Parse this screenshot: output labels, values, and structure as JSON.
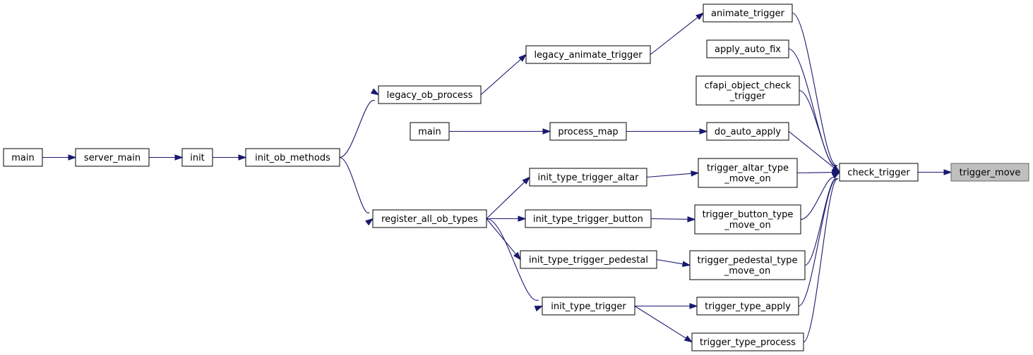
{
  "graph": {
    "nodes": [
      {
        "id": "trigger_move",
        "lines": [
          "trigger_move"
        ],
        "root": true
      },
      {
        "id": "check_trigger",
        "lines": [
          "check_trigger"
        ]
      },
      {
        "id": "animate_trigger",
        "lines": [
          "animate_trigger"
        ]
      },
      {
        "id": "apply_auto_fix",
        "lines": [
          "apply_auto_fix"
        ]
      },
      {
        "id": "cfapi_object_check_trigger",
        "lines": [
          "cfapi_object_check",
          "_trigger"
        ]
      },
      {
        "id": "do_auto_apply",
        "lines": [
          "do_auto_apply"
        ]
      },
      {
        "id": "trigger_altar_type_move_on",
        "lines": [
          "trigger_altar_type",
          "_move_on"
        ]
      },
      {
        "id": "trigger_button_type_move_on",
        "lines": [
          "trigger_button_type",
          "_move_on"
        ]
      },
      {
        "id": "trigger_pedestal_type_move_on",
        "lines": [
          "trigger_pedestal_type",
          "_move_on"
        ]
      },
      {
        "id": "trigger_type_apply",
        "lines": [
          "trigger_type_apply"
        ]
      },
      {
        "id": "trigger_type_process",
        "lines": [
          "trigger_type_process"
        ]
      },
      {
        "id": "legacy_animate_trigger",
        "lines": [
          "legacy_animate_trigger"
        ]
      },
      {
        "id": "process_map",
        "lines": [
          "process_map"
        ]
      },
      {
        "id": "init_type_trigger_altar",
        "lines": [
          "init_type_trigger_altar"
        ]
      },
      {
        "id": "init_type_trigger_button",
        "lines": [
          "init_type_trigger_button"
        ]
      },
      {
        "id": "init_type_trigger_pedestal",
        "lines": [
          "init_type_trigger_pedestal"
        ]
      },
      {
        "id": "init_type_trigger",
        "lines": [
          "init_type_trigger"
        ]
      },
      {
        "id": "legacy_ob_process",
        "lines": [
          "legacy_ob_process"
        ]
      },
      {
        "id": "main_2",
        "lines": [
          "main"
        ]
      },
      {
        "id": "register_all_ob_types",
        "lines": [
          "register_all_ob_types"
        ]
      },
      {
        "id": "init_ob_methods",
        "lines": [
          "init_ob_methods"
        ]
      },
      {
        "id": "init",
        "lines": [
          "init"
        ]
      },
      {
        "id": "server_main",
        "lines": [
          "server_main"
        ]
      },
      {
        "id": "main_1",
        "lines": [
          "main"
        ]
      }
    ],
    "edges": [
      {
        "from": "check_trigger",
        "to": "trigger_move"
      },
      {
        "from": "animate_trigger",
        "to": "check_trigger"
      },
      {
        "from": "apply_auto_fix",
        "to": "check_trigger"
      },
      {
        "from": "cfapi_object_check_trigger",
        "to": "check_trigger"
      },
      {
        "from": "do_auto_apply",
        "to": "check_trigger"
      },
      {
        "from": "trigger_altar_type_move_on",
        "to": "check_trigger"
      },
      {
        "from": "trigger_button_type_move_on",
        "to": "check_trigger"
      },
      {
        "from": "trigger_pedestal_type_move_on",
        "to": "check_trigger"
      },
      {
        "from": "trigger_type_apply",
        "to": "check_trigger"
      },
      {
        "from": "trigger_type_process",
        "to": "check_trigger"
      },
      {
        "from": "legacy_animate_trigger",
        "to": "animate_trigger"
      },
      {
        "from": "process_map",
        "to": "do_auto_apply"
      },
      {
        "from": "init_type_trigger_altar",
        "to": "trigger_altar_type_move_on"
      },
      {
        "from": "init_type_trigger_button",
        "to": "trigger_button_type_move_on"
      },
      {
        "from": "init_type_trigger_pedestal",
        "to": "trigger_pedestal_type_move_on"
      },
      {
        "from": "init_type_trigger",
        "to": "trigger_type_apply"
      },
      {
        "from": "init_type_trigger",
        "to": "trigger_type_process"
      },
      {
        "from": "legacy_ob_process",
        "to": "legacy_animate_trigger"
      },
      {
        "from": "main_2",
        "to": "process_map"
      },
      {
        "from": "register_all_ob_types",
        "to": "init_type_trigger_altar"
      },
      {
        "from": "register_all_ob_types",
        "to": "init_type_trigger_button"
      },
      {
        "from": "register_all_ob_types",
        "to": "init_type_trigger_pedestal"
      },
      {
        "from": "register_all_ob_types",
        "to": "init_type_trigger"
      },
      {
        "from": "init_ob_methods",
        "to": "legacy_ob_process"
      },
      {
        "from": "init_ob_methods",
        "to": "register_all_ob_types"
      },
      {
        "from": "init",
        "to": "init_ob_methods"
      },
      {
        "from": "server_main",
        "to": "init"
      },
      {
        "from": "main_1",
        "to": "server_main"
      }
    ]
  }
}
